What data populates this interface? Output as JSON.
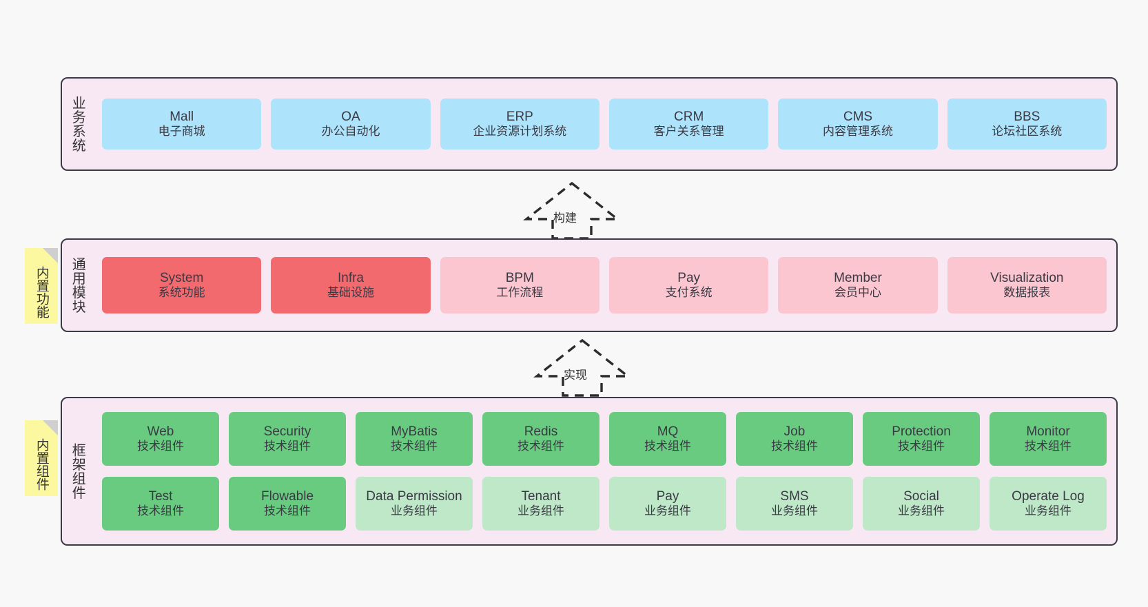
{
  "diagram": {
    "background_color": "#f8f8f8",
    "band_fill": "#f8e8f3",
    "band_border": "#3b3b47",
    "sticky_color": "#fbf8a0"
  },
  "layers": [
    {
      "id": "business",
      "title": "业务系统",
      "sticky": null,
      "rows": [
        {
          "cards": [
            {
              "title": "Mall",
              "sub": "电子商城",
              "color": "blue"
            },
            {
              "title": "OA",
              "sub": "办公自动化",
              "color": "blue"
            },
            {
              "title": "ERP",
              "sub": "企业资源计划系统",
              "color": "blue"
            },
            {
              "title": "CRM",
              "sub": "客户关系管理",
              "color": "blue"
            },
            {
              "title": "CMS",
              "sub": "内容管理系统",
              "color": "blue"
            },
            {
              "title": "BBS",
              "sub": "论坛社区系统",
              "color": "blue"
            }
          ]
        }
      ]
    },
    {
      "id": "common-modules",
      "title": "通用模块",
      "sticky": "内置功能",
      "rows": [
        {
          "cards": [
            {
              "title": "System",
              "sub": "系统功能",
              "color": "red"
            },
            {
              "title": "Infra",
              "sub": "基础设施",
              "color": "red"
            },
            {
              "title": "BPM",
              "sub": "工作流程",
              "color": "pink"
            },
            {
              "title": "Pay",
              "sub": "支付系统",
              "color": "pink"
            },
            {
              "title": "Member",
              "sub": "会员中心",
              "color": "pink"
            },
            {
              "title": "Visualization",
              "sub": "数据报表",
              "color": "pink"
            }
          ]
        }
      ]
    },
    {
      "id": "framework-components",
      "title": "框架组件",
      "sticky": "内置组件",
      "rows": [
        {
          "cards": [
            {
              "title": "Web",
              "sub": "技术组件",
              "color": "green"
            },
            {
              "title": "Security",
              "sub": "技术组件",
              "color": "green"
            },
            {
              "title": "MyBatis",
              "sub": "技术组件",
              "color": "green"
            },
            {
              "title": "Redis",
              "sub": "技术组件",
              "color": "green"
            },
            {
              "title": "MQ",
              "sub": "技术组件",
              "color": "green"
            },
            {
              "title": "Job",
              "sub": "技术组件",
              "color": "green"
            },
            {
              "title": "Protection",
              "sub": "技术组件",
              "color": "green"
            },
            {
              "title": "Monitor",
              "sub": "技术组件",
              "color": "green"
            }
          ]
        },
        {
          "cards": [
            {
              "title": "Test",
              "sub": "技术组件",
              "color": "green"
            },
            {
              "title": "Flowable",
              "sub": "技术组件",
              "color": "green"
            },
            {
              "title": "Data Permission",
              "sub": "业务组件",
              "color": "lgreen",
              "wrap": true
            },
            {
              "title": "Tenant",
              "sub": "业务组件",
              "color": "lgreen"
            },
            {
              "title": "Pay",
              "sub": "业务组件",
              "color": "lgreen"
            },
            {
              "title": "SMS",
              "sub": "业务组件",
              "color": "lgreen"
            },
            {
              "title": "Social",
              "sub": "业务组件",
              "color": "lgreen"
            },
            {
              "title": "Operate Log",
              "sub": "业务组件",
              "color": "lgreen"
            }
          ]
        }
      ]
    }
  ],
  "arrows": [
    {
      "id": "build-arrow",
      "label": "构建"
    },
    {
      "id": "implement-arrow",
      "label": "实现"
    }
  ]
}
